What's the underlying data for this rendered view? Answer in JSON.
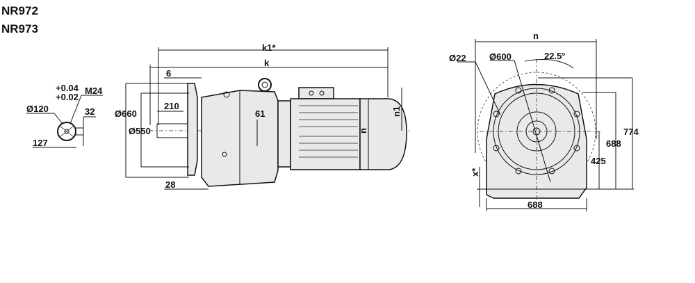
{
  "titles": [
    "NR972",
    "NR973"
  ],
  "shaft_detail": {
    "tol_upper": "+0.04",
    "tol_lower": "+0.02",
    "diameter": "Ø120",
    "thread": "M24",
    "key_width": "32",
    "key_height": "127"
  },
  "side_view": {
    "flange_thickness": "6",
    "flange_diameter": "Ø660",
    "shaft_length": "210",
    "spigot_diameter": "Ø550",
    "spigot_depth": "28",
    "overall_length": "k1*",
    "length": "k",
    "offset": "61",
    "motor_height": "n",
    "terminal_height": "n1"
  },
  "front_view": {
    "width": "n",
    "hole_diameter": "Ø22",
    "bolt_circle": "Ø600",
    "angle": "22.5°",
    "height_total": "774",
    "height_housing": "688",
    "center_height": "425",
    "base_width": "688",
    "x_dim": "x*"
  }
}
